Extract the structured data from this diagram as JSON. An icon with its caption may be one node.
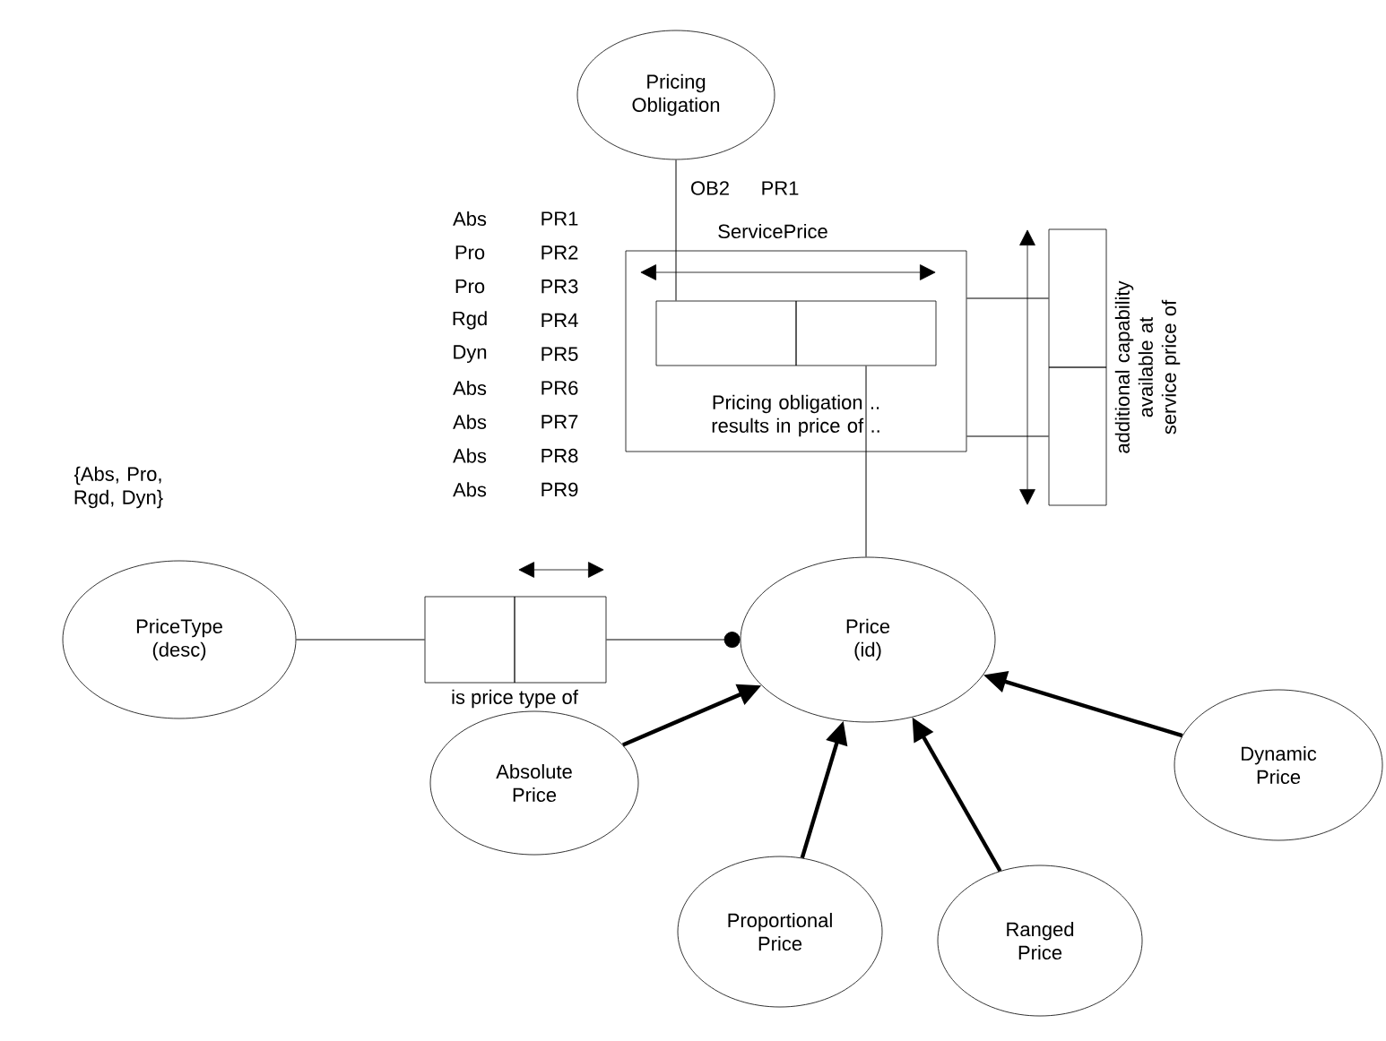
{
  "diagram": {
    "nodes": [
      {
        "text": [
          "Pricing Obligation"
        ]
      },
      {
        "text": [
          "ServicePrice",
          "Pricing obligation .. results in price of .."
        ]
      },
      {
        "text": [],
        "shape": "box",
        "in": 1
      },
      {
        "text": [],
        "shape": "box",
        "in": 1
      },
      {
        "text": [],
        "shape": "box"
      },
      {
        "text": [],
        "shape": "box"
      },
      {
        "text": [
          "PriceType (desc)"
        ]
      },
      {
        "text": [],
        "shape": "box"
      },
      {
        "text": [],
        "shape": "box"
      },
      {
        "text": [
          "Price (id)"
        ]
      },
      {
        "text": [
          "Absolute Price"
        ]
      },
      {
        "text": [
          "Proportional Price"
        ]
      },
      {
        "text": [
          "Ranged Price"
        ]
      },
      {
        "text": [
          "Dynamic Price"
        ]
      }
    ],
    "edges": [
      {
        "from": 0,
        "to": 2,
        "arrow": "none"
      },
      {
        "from": 3,
        "to": 9,
        "arrow": "none"
      },
      {
        "from": 1,
        "to": 4,
        "arrow": "none"
      },
      {
        "from": 1,
        "to": 5,
        "arrow": "none"
      },
      {
        "from": 6,
        "to": 7,
        "arrow": "none"
      },
      {
        "from": 8,
        "to": 9,
        "arrow": "other"
      },
      {
        "from": 10,
        "to": 9,
        "arrow": "to",
        "style": "thick"
      },
      {
        "from": 11,
        "to": 9,
        "arrow": "to",
        "style": "thick"
      },
      {
        "from": 12,
        "to": 9,
        "arrow": "to",
        "style": "thick"
      },
      {
        "from": 13,
        "to": 9,
        "arrow": "to",
        "style": "thick"
      }
    ],
    "labels": [
      "OB2",
      "PR1",
      "Abs",
      "PR1",
      "Pro",
      "PR2",
      "Pro",
      "PR3",
      "Rgd",
      "PR4",
      "Dyn",
      "PR5",
      "Abs",
      "PR6",
      "Abs",
      "PR7",
      "Abs",
      "PR8",
      "Abs",
      "PR9",
      "{Abs, Pro, Rgd, Dyn}",
      "is price type of",
      "additional capability available at service price of"
    ]
  }
}
